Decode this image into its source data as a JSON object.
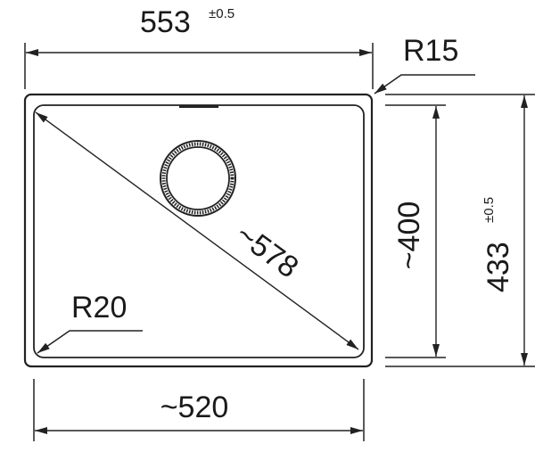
{
  "dimensions": {
    "overall_width": {
      "value": "553",
      "tolerance": "±0.5"
    },
    "overall_depth": {
      "value": "433",
      "tolerance": "±0.5"
    },
    "inner_width": "~520",
    "inner_depth": "~400",
    "diagonal": "~578",
    "outer_radius": "R15",
    "inner_radius": "R20"
  },
  "colors": {
    "line": "#222222",
    "background": "#ffffff"
  }
}
